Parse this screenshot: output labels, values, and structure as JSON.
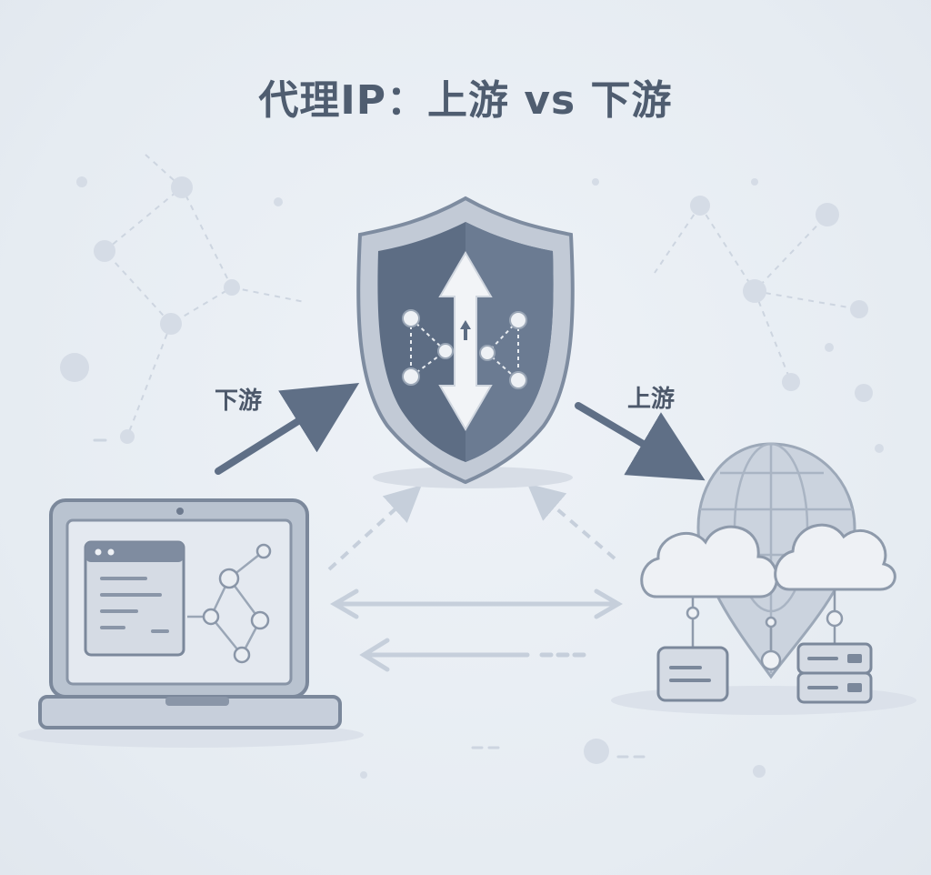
{
  "title": "代理IP：上游 vs 下游",
  "labels": {
    "downstream": "下游",
    "upstream": "上游"
  },
  "colors": {
    "background": "#e9eef4",
    "primary": "#5f6f86",
    "shield_dark": "#5d6d84",
    "light": "#dfe5ee",
    "accent_line": "#c7d0dc"
  }
}
